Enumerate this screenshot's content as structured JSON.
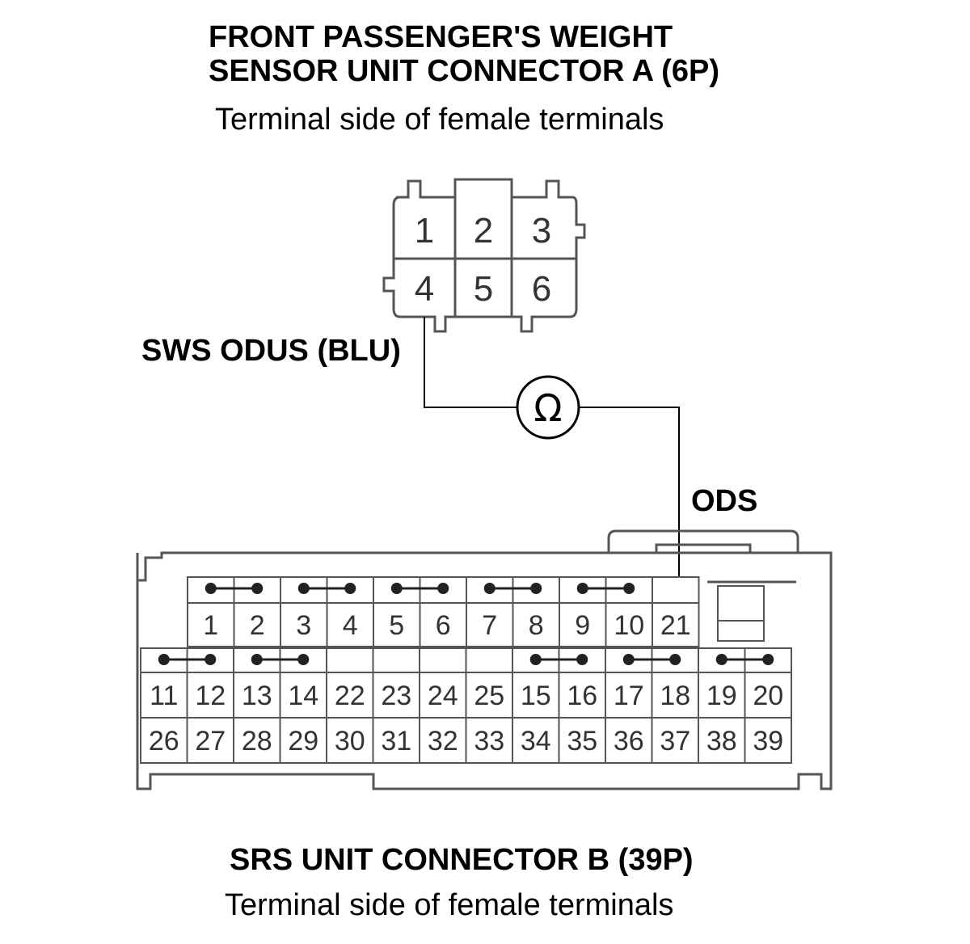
{
  "connector_a": {
    "title_line1": "FRONT PASSENGER'S WEIGHT",
    "title_line2": "SENSOR UNIT CONNECTOR A (6P)",
    "subtitle": "Terminal side of female terminals",
    "pins_top": [
      "1",
      "2",
      "3"
    ],
    "pins_bottom": [
      "4",
      "5",
      "6"
    ]
  },
  "wire_labels": {
    "a_side": "SWS ODUS (BLU)",
    "b_side": "ODS"
  },
  "meter": {
    "symbol": "Ω"
  },
  "connector_b": {
    "title": "SRS UNIT CONNECTOR B (39P)",
    "subtitle": "Terminal side of female terminals",
    "row1": [
      "1",
      "2",
      "3",
      "4",
      "5",
      "6",
      "7",
      "8",
      "9",
      "10",
      "21"
    ],
    "row2": [
      "11",
      "12",
      "13",
      "14",
      "22",
      "23",
      "24",
      "25",
      "15",
      "16",
      "17",
      "18",
      "19",
      "20"
    ],
    "row3": [
      "26",
      "27",
      "28",
      "29",
      "30",
      "31",
      "32",
      "33",
      "34",
      "35",
      "36",
      "37",
      "38",
      "39"
    ]
  }
}
